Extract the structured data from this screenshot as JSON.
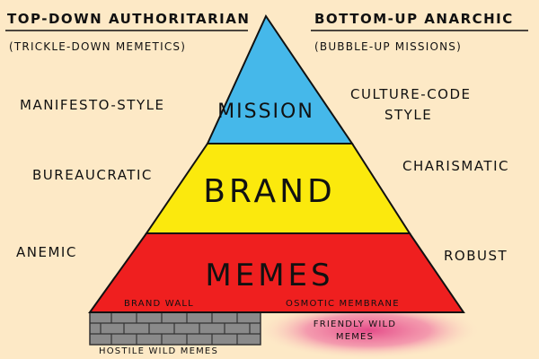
{
  "header": {
    "left_title": "TOP-DOWN AUTHORITARIAN",
    "left_subtitle": "(TRICKLE-DOWN MEMETICS)",
    "right_title": "BOTTOM-UP ANARCHIC",
    "right_subtitle": "(BUBBLE-UP MISSIONS)"
  },
  "pyramid": {
    "tiers": [
      {
        "label": "MISSION",
        "color": "#45b8ea"
      },
      {
        "label": "BRAND",
        "color": "#fbe90d"
      },
      {
        "label": "MEMES",
        "color": "#ef1f1f"
      }
    ]
  },
  "left_labels": [
    "MANIFESTO-STYLE",
    "BUREAUCRATIC",
    "ANEMIC"
  ],
  "right_labels": [
    "CULTURE-CODE",
    "STYLE",
    "CHARISMATIC",
    "ROBUST"
  ],
  "base": {
    "brand_wall": "BRAND WALL",
    "osmotic_membrane": "OSMOTIC MEMBRANE",
    "hostile": "HOSTILE WILD MEMES",
    "friendly_line1": "FRIENDLY WILD",
    "friendly_line2": "MEMES",
    "wall_color": "#8a8a8a",
    "glow_color": "#e0307e"
  }
}
